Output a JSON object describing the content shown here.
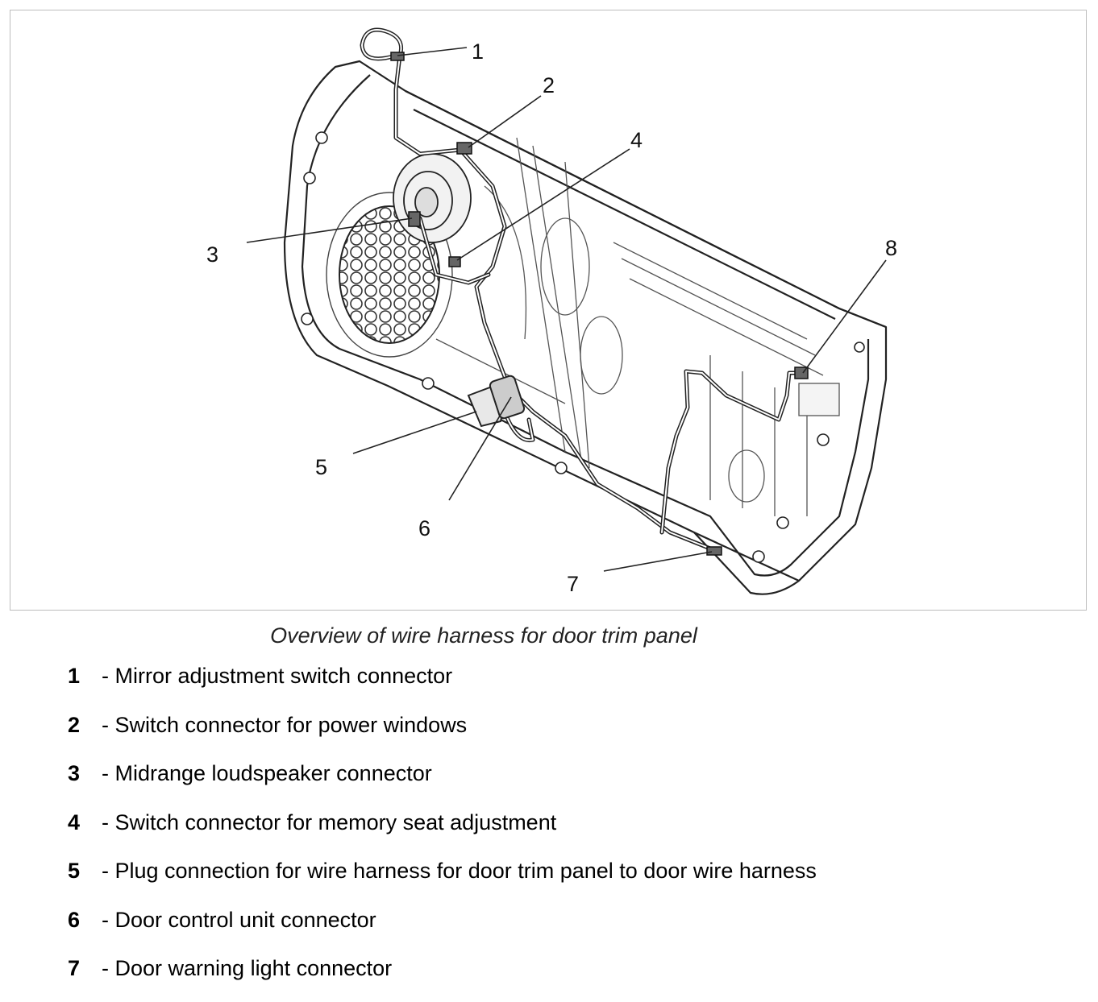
{
  "figure": {
    "callouts": [
      "1",
      "2",
      "3",
      "4",
      "5",
      "6",
      "7",
      "8"
    ],
    "caption": "Overview of wire harness for door trim panel"
  },
  "legend": [
    {
      "num": "1",
      "text": "- Mirror adjustment switch connector"
    },
    {
      "num": "2",
      "text": "- Switch connector for power windows"
    },
    {
      "num": "3",
      "text": "- Midrange loudspeaker connector"
    },
    {
      "num": "4",
      "text": "- Switch connector for memory seat adjustment"
    },
    {
      "num": "5",
      "text": "- Plug connection for wire harness for door trim panel to door wire harness"
    },
    {
      "num": "6",
      "text": "- Door control unit connector"
    },
    {
      "num": "7",
      "text": "- Door warning light connector"
    }
  ]
}
